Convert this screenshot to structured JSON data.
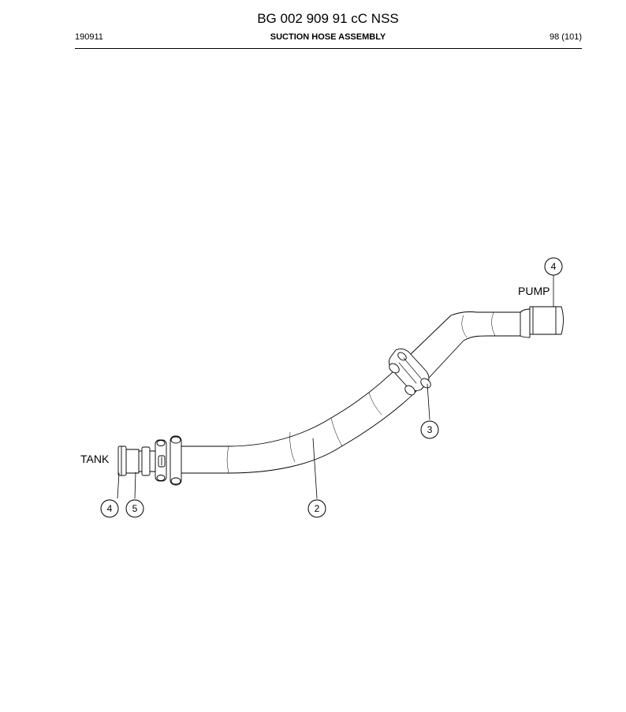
{
  "header": {
    "doc_number": "BG 002 909 91 cC NSS",
    "date_code": "190911",
    "section_title": "SUCTION HOSE ASSEMBLY",
    "page_number": "98 (101)"
  },
  "diagram": {
    "labels": {
      "tank": "TANK",
      "pump": "PUMP"
    },
    "callouts": {
      "pump_end": "4",
      "clamp": "3",
      "hose": "2",
      "tank_end": "4",
      "tank_fitting": "5"
    }
  }
}
